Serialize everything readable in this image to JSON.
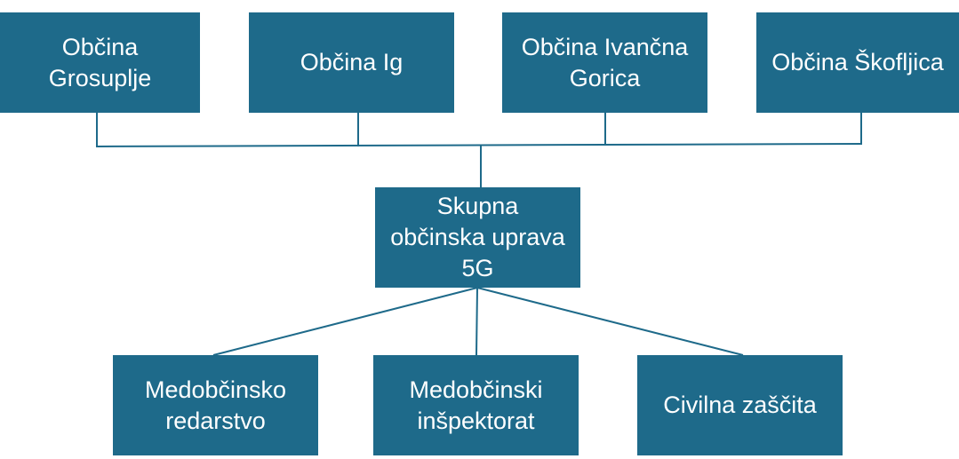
{
  "diagram": {
    "municipalities": [
      {
        "id": "grosuplje",
        "label": "Občina\nGrosuplje"
      },
      {
        "id": "ig",
        "label": "Občina Ig"
      },
      {
        "id": "ivancna",
        "label": "Občina Ivančna\nGorica"
      },
      {
        "id": "skofljica",
        "label": "Občina Škofljica"
      }
    ],
    "center": {
      "label": "Skupna\nobčinska uprava\n5G"
    },
    "departments": [
      {
        "id": "redarstvo",
        "label": "Medobčinsko\nredarstvo"
      },
      {
        "id": "inspektorat",
        "label": "Medobčinski\ninšpektorat"
      },
      {
        "id": "zascita",
        "label": "Civilna zaščita"
      }
    ],
    "colors": {
      "box_fill": "#1e6a8a",
      "box_text": "#ffffff",
      "connector": "#1e6a8a"
    }
  }
}
